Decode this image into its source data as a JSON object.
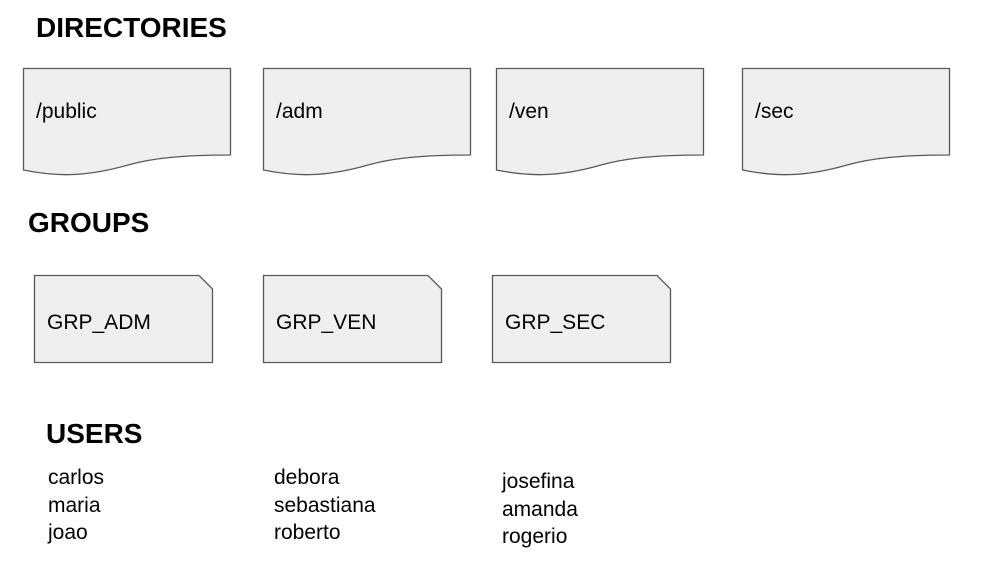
{
  "sections": {
    "directories": "DIRECTORIES",
    "groups": "GROUPS",
    "users": "USERS"
  },
  "directories": [
    "/public",
    "/adm",
    "/ven",
    "/sec"
  ],
  "groups": [
    "GRP_ADM",
    "GRP_VEN",
    "GRP_SEC"
  ],
  "user_lists": [
    [
      "carlos",
      "maria",
      "joao"
    ],
    [
      "debora",
      "sebastiana",
      "roberto"
    ],
    [
      "josefina",
      "amanda",
      "rogerio"
    ]
  ],
  "colors": {
    "shape_fill": "#efefef",
    "shape_stroke": "#595959",
    "text": "#000000"
  }
}
